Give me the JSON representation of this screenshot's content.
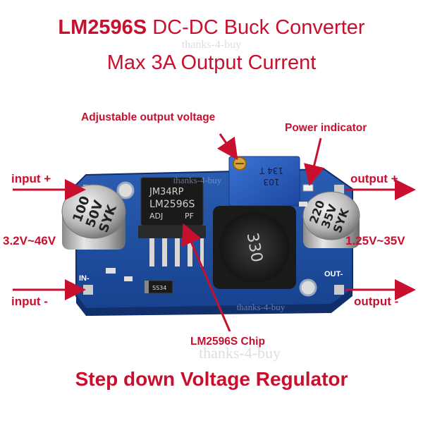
{
  "title": {
    "line1_bold": "LM2596S",
    "line1_rest": " DC-DC Buck Converter",
    "line2": "Max 3A Output Current"
  },
  "labels": {
    "adjustable": "Adjustable output voltage",
    "power_indicator": "Power indicator",
    "input_plus": "input +",
    "input_minus": "input -",
    "output_plus": "output +",
    "output_minus": "output -",
    "input_range": "3.2V~46V",
    "output_range": "1.25V~35V",
    "chip": "LM2596S Chip"
  },
  "board_markings": {
    "in_minus": "IN-",
    "out_minus": "OUT-",
    "cap_left_1": "100",
    "cap_left_2": "50V",
    "cap_left_3": "SYK",
    "cap_right_1": "220",
    "cap_right_2": "35V",
    "cap_right_3": "SYK",
    "chip_line1": "JM34RP",
    "chip_line2": "LM2596S",
    "chip_line3": "ADJ",
    "chip_line4": "PF",
    "pot_line1": "103",
    "pot_line2": "134 T",
    "inductor": "330",
    "diode": "SS34"
  },
  "watermark": "thanks-4-buy",
  "bottom_title": "Step down Voltage Regulator",
  "colors": {
    "accent_red": "#c8102e",
    "board_blue": "#1e4fa3",
    "board_dark": "#163c82"
  }
}
